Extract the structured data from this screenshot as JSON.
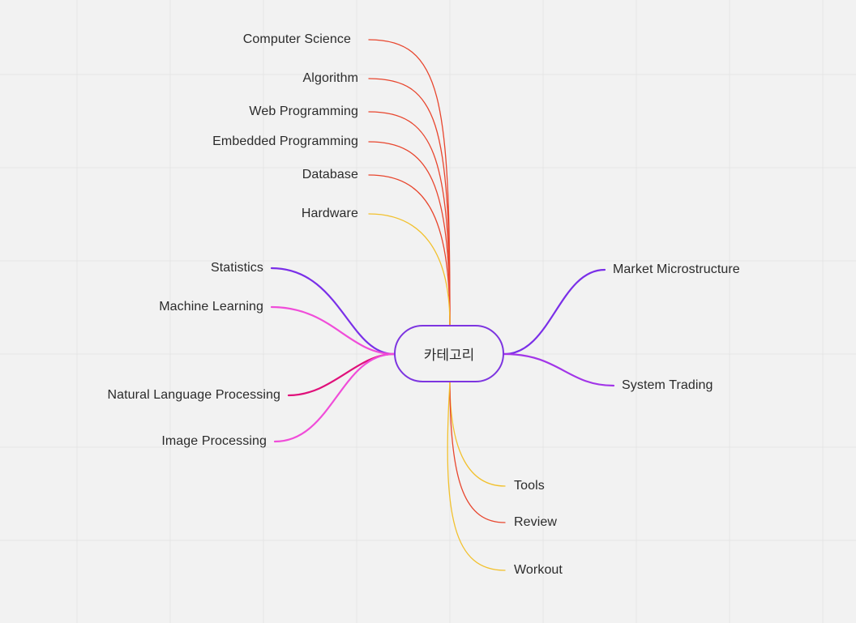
{
  "colors": {
    "background": "#f2f2f2",
    "grid": "#e5e5e5",
    "root_border": "#7d35e0",
    "red": "#e8462e",
    "yellow": "#f2c12e",
    "purple": "#7a2fe8",
    "violet": "#a235e8",
    "pink": "#f04dd9",
    "crimson": "#e0107a",
    "text": "#2b2b2b"
  },
  "root": {
    "label": "카테고리"
  },
  "nodes": [
    {
      "id": "computer-science",
      "label": "Computer Science",
      "color": "red"
    },
    {
      "id": "algorithm",
      "label": "Algorithm",
      "color": "red"
    },
    {
      "id": "web-programming",
      "label": "Web Programming",
      "color": "red"
    },
    {
      "id": "embedded-programming",
      "label": "Embedded Programming",
      "color": "red"
    },
    {
      "id": "database",
      "label": "Database",
      "color": "red"
    },
    {
      "id": "hardware",
      "label": "Hardware",
      "color": "yellow"
    },
    {
      "id": "statistics",
      "label": "Statistics",
      "color": "purple"
    },
    {
      "id": "machine-learning",
      "label": "Machine Learning",
      "color": "pink"
    },
    {
      "id": "natural-language-processing",
      "label": "Natural Language Processing",
      "color": "crimson"
    },
    {
      "id": "image-processing",
      "label": "Image Processing",
      "color": "pink"
    },
    {
      "id": "market-microstructure",
      "label": "Market Microstructure",
      "color": "purple"
    },
    {
      "id": "system-trading",
      "label": "System Trading",
      "color": "violet"
    },
    {
      "id": "tools",
      "label": "Tools",
      "color": "yellow"
    },
    {
      "id": "review",
      "label": "Review",
      "color": "red"
    },
    {
      "id": "workout",
      "label": "Workout",
      "color": "yellow"
    }
  ]
}
